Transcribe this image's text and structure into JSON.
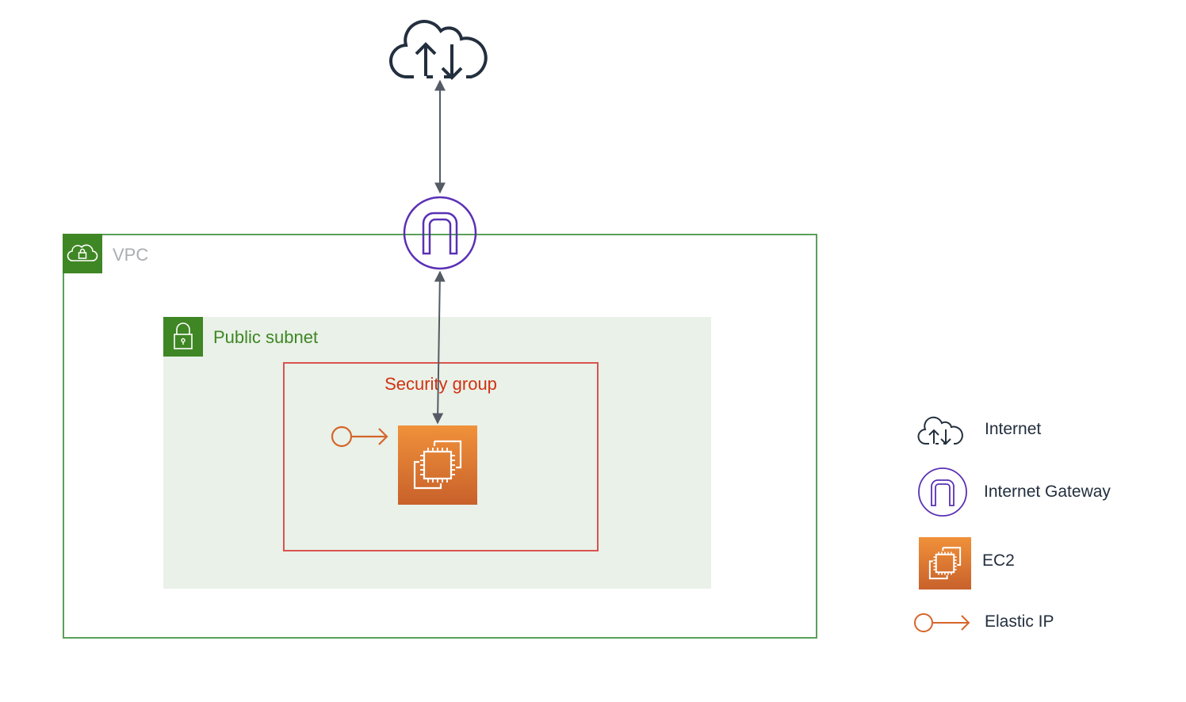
{
  "diagram": {
    "containers": {
      "vpc": {
        "label": "VPC",
        "icon": "cloud-lock-icon",
        "color": "#3f8624"
      },
      "public_subnet": {
        "label": "Public subnet",
        "icon": "padlock-icon",
        "color": "#3f8624",
        "fill": "#e9f1e8"
      },
      "security_group": {
        "label": "Security group",
        "color": "#d13212"
      }
    },
    "nodes": {
      "internet": {
        "icon": "cloud-upload-download-icon",
        "color": "#232f3e"
      },
      "internet_gateway": {
        "icon": "internet-gateway-icon",
        "color": "#5a30b5"
      },
      "ec2": {
        "icon": "ec2-instance-icon",
        "color": "#e7812f"
      },
      "elastic_ip": {
        "icon": "elastic-ip-icon",
        "color": "#d5652b"
      }
    },
    "edges": [
      {
        "from": "internet",
        "to": "internet_gateway",
        "direction": "bidirectional"
      },
      {
        "from": "internet_gateway",
        "to": "ec2",
        "direction": "bidirectional"
      }
    ]
  },
  "legend": {
    "items": [
      {
        "icon": "cloud-upload-download-icon",
        "label": "Internet"
      },
      {
        "icon": "internet-gateway-icon",
        "label": "Internet Gateway"
      },
      {
        "icon": "ec2-instance-icon",
        "label": "EC2"
      },
      {
        "icon": "elastic-ip-icon",
        "label": "Elastic IP"
      }
    ]
  }
}
